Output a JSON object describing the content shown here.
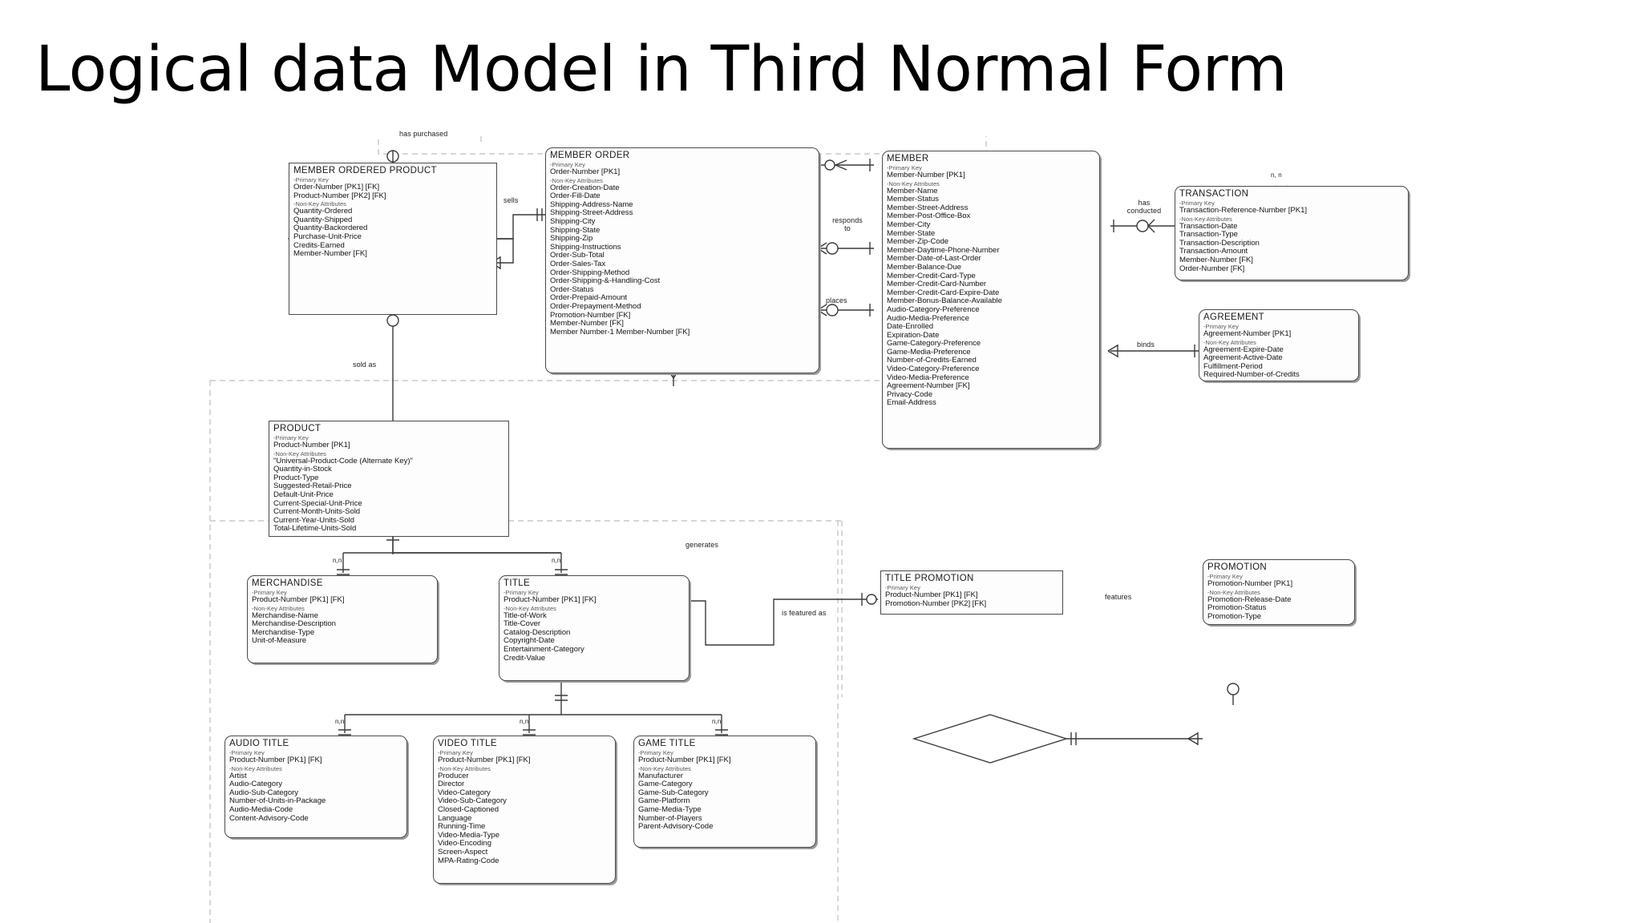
{
  "slide": {
    "title": "Logical data Model in Third Normal Form",
    "diagram_type": "entity-relationship-diagram",
    "notation": "IDEF1X / Information Engineering crow's foot"
  },
  "labels": {
    "primary_key": "-Primary Key",
    "non_key": "-Non-Key Attributes"
  },
  "entities": {
    "member_ordered_product": {
      "name": "MEMBER ORDERED PRODUCT",
      "pk": [
        "Order-Number   [PK1]  [FK]",
        "Product-Number   [PK2]  [FK]"
      ],
      "attrs": [
        "Quantity-Ordered",
        "Quantity-Shipped",
        "Quantity-Backordered",
        "Purchase-Unit-Price",
        "Credits-Earned",
        "Member-Number  [FK]"
      ]
    },
    "member_order": {
      "name": "MEMBER ORDER",
      "pk": [
        "Order-Number   [PK1]"
      ],
      "attrs": [
        "Order-Creation-Date",
        "Order-Fill-Date",
        "Shipping-Address-Name",
        "Shipping-Street-Address",
        "Shipping-City",
        "Shipping-State",
        "Shipping-Zip",
        "Shipping-Instructions",
        "Order-Sub-Total",
        "Order-Sales-Tax",
        "Order-Shipping-Method",
        "Order-Shipping-&-Handling-Cost",
        "Order-Status",
        "Order-Prepaid-Amount",
        "Order-Prepayment-Method",
        "Promotion-Number  [FK]",
        "Member-Number  [FK]",
        "Member Number-1     Member-Number  [FK]"
      ]
    },
    "member": {
      "name": "MEMBER",
      "pk": [
        "Member-Number   [PK1]"
      ],
      "attrs": [
        "Member-Name",
        "Member-Status",
        "Member-Street-Address",
        "Member-Post-Office-Box",
        "Member-City",
        "Member-State",
        "Member-Zip-Code",
        "Member-Daytime-Phone-Number",
        "Member-Date-of-Last-Order",
        "Member-Balance-Due",
        "Member-Credit-Card-Type",
        "Member-Credit-Card-Number",
        "Member-Credit-Card-Expire-Date",
        "Member-Bonus-Balance-Available",
        "Audio-Category-Preference",
        "Audio-Media-Preference",
        "Date-Enrolled",
        "Expiration-Date",
        "Game-Category-Preference",
        "Game-Media-Preference",
        "Number-of-Credits-Earned",
        "Video-Category-Preference",
        "Video-Media-Preference",
        "Agreement-Number  [FK]",
        "Privacy-Code",
        "Email-Address"
      ]
    },
    "transaction": {
      "name": "TRANSACTION",
      "pk": [
        "Transaction-Reference-Number   [PK1]"
      ],
      "attrs": [
        "Transaction-Date",
        "Transaction-Type",
        "Transaction-Description",
        "Transaction-Amount",
        "Member-Number  [FK]",
        "Order-Number  [FK]"
      ]
    },
    "agreement": {
      "name": "AGREEMENT",
      "pk": [
        "Agreement-Number   [PK1]"
      ],
      "attrs": [
        "Agreement-Expire-Date",
        "Agreement-Active-Date",
        "Fulfillment-Period",
        "Required-Number-of-Credits"
      ]
    },
    "product": {
      "name": "PRODUCT",
      "pk": [
        "Product-Number   [PK1]"
      ],
      "attrs": [
        "\"Universal-Product-Code (Alternate Key)\"",
        "Quantity-in-Stock",
        "Product-Type",
        "Suggested-Retail-Price",
        "Default-Unit-Price",
        "Current-Special-Unit-Price",
        "Current-Month-Units-Sold",
        "Current-Year-Units-Sold",
        "Total-Lifetime-Units-Sold"
      ]
    },
    "merchandise": {
      "name": "MERCHANDISE",
      "pk": [
        "Product-Number   [PK1]  [FK]"
      ],
      "attrs": [
        "Merchandise-Name",
        "Merchandise-Description",
        "Merchandise-Type",
        "Unit-of-Measure"
      ]
    },
    "title": {
      "name": "TITLE",
      "pk": [
        "Product-Number    [PK1]  [FK]"
      ],
      "attrs": [
        "Title-of-Work",
        "Title-Cover",
        "Catalog-Description",
        "Copyright-Date",
        "Entertainment-Category",
        "Credit-Value"
      ]
    },
    "audio_title": {
      "name": "AUDIO TITLE",
      "pk": [
        "Product-Number   [PK1] [FK]"
      ],
      "attrs": [
        "Artist",
        "Audio-Category",
        "Audio-Sub-Category",
        "Number-of-Units-in-Package",
        "Audio-Media-Code",
        "Content-Advisory-Code"
      ]
    },
    "video_title": {
      "name": "VIDEO TITLE",
      "pk": [
        "Product-Number   [PK1] [FK]"
      ],
      "attrs": [
        "Producer",
        "Director",
        "Video-Category",
        "Video-Sub-Category",
        "Closed-Captioned",
        "Language",
        "Running-Time",
        "Video-Media-Type",
        "Video-Encoding",
        "Screen-Aspect",
        "MPA-Rating-Code"
      ]
    },
    "game_title": {
      "name": "GAME TITLE",
      "pk": [
        "Product-Number   [PK1] [FK]"
      ],
      "attrs": [
        "Manufacturer",
        "Game-Category",
        "Game-Sub-Category",
        "Game-Platform",
        "Game-Media-Type",
        "Number-of-Players",
        "Parent-Advisory-Code"
      ]
    },
    "title_promotion": {
      "name": "TITLE PROMOTION",
      "pk": [
        "Product-Number   [PK1] [FK]",
        "Promotion-Number   [PK2] [FK]"
      ],
      "attrs": []
    },
    "promotion": {
      "name": "PROMOTION",
      "pk": [
        "Promotion-Number   [PK1]"
      ],
      "attrs": [
        "Promotion-Release-Date",
        "Promotion-Status",
        "Promotion-Type"
      ]
    }
  },
  "relationships": [
    {
      "id": "has-purchased",
      "label": "has purchased"
    },
    {
      "id": "sells",
      "label": "sells"
    },
    {
      "id": "sold-as",
      "label": "sold as"
    },
    {
      "id": "responds-to",
      "label": "responds\nto"
    },
    {
      "id": "places",
      "label": "places"
    },
    {
      "id": "has-conducted",
      "label": "has\nconducted"
    },
    {
      "id": "binds",
      "label": "binds"
    },
    {
      "id": "generates",
      "label": "generates"
    },
    {
      "id": "is-featured-as",
      "label": "is featured as"
    },
    {
      "id": "features",
      "label": "features"
    }
  ],
  "cardinality_marks": {
    "one_to_many": "P",
    "zero_or_one": "O",
    "many": "n,n"
  },
  "subtype_marks": [
    {
      "id": "merchandise-card",
      "text": "n,n"
    },
    {
      "id": "title-card",
      "text": "n,n"
    },
    {
      "id": "audio-card",
      "text": "n,n"
    },
    {
      "id": "video-card",
      "text": "n,n"
    },
    {
      "id": "game-card",
      "text": "n,n"
    },
    {
      "id": "transaction-card",
      "text": "n, n"
    }
  ],
  "colors": {
    "background": "#ffffff",
    "entity_border": "#4a4a4a",
    "entity_fill": "#fdfdfd",
    "line": "#3a3a3a",
    "dashed_boundary": "#b8b8b8",
    "text": "#1a1a1a"
  }
}
